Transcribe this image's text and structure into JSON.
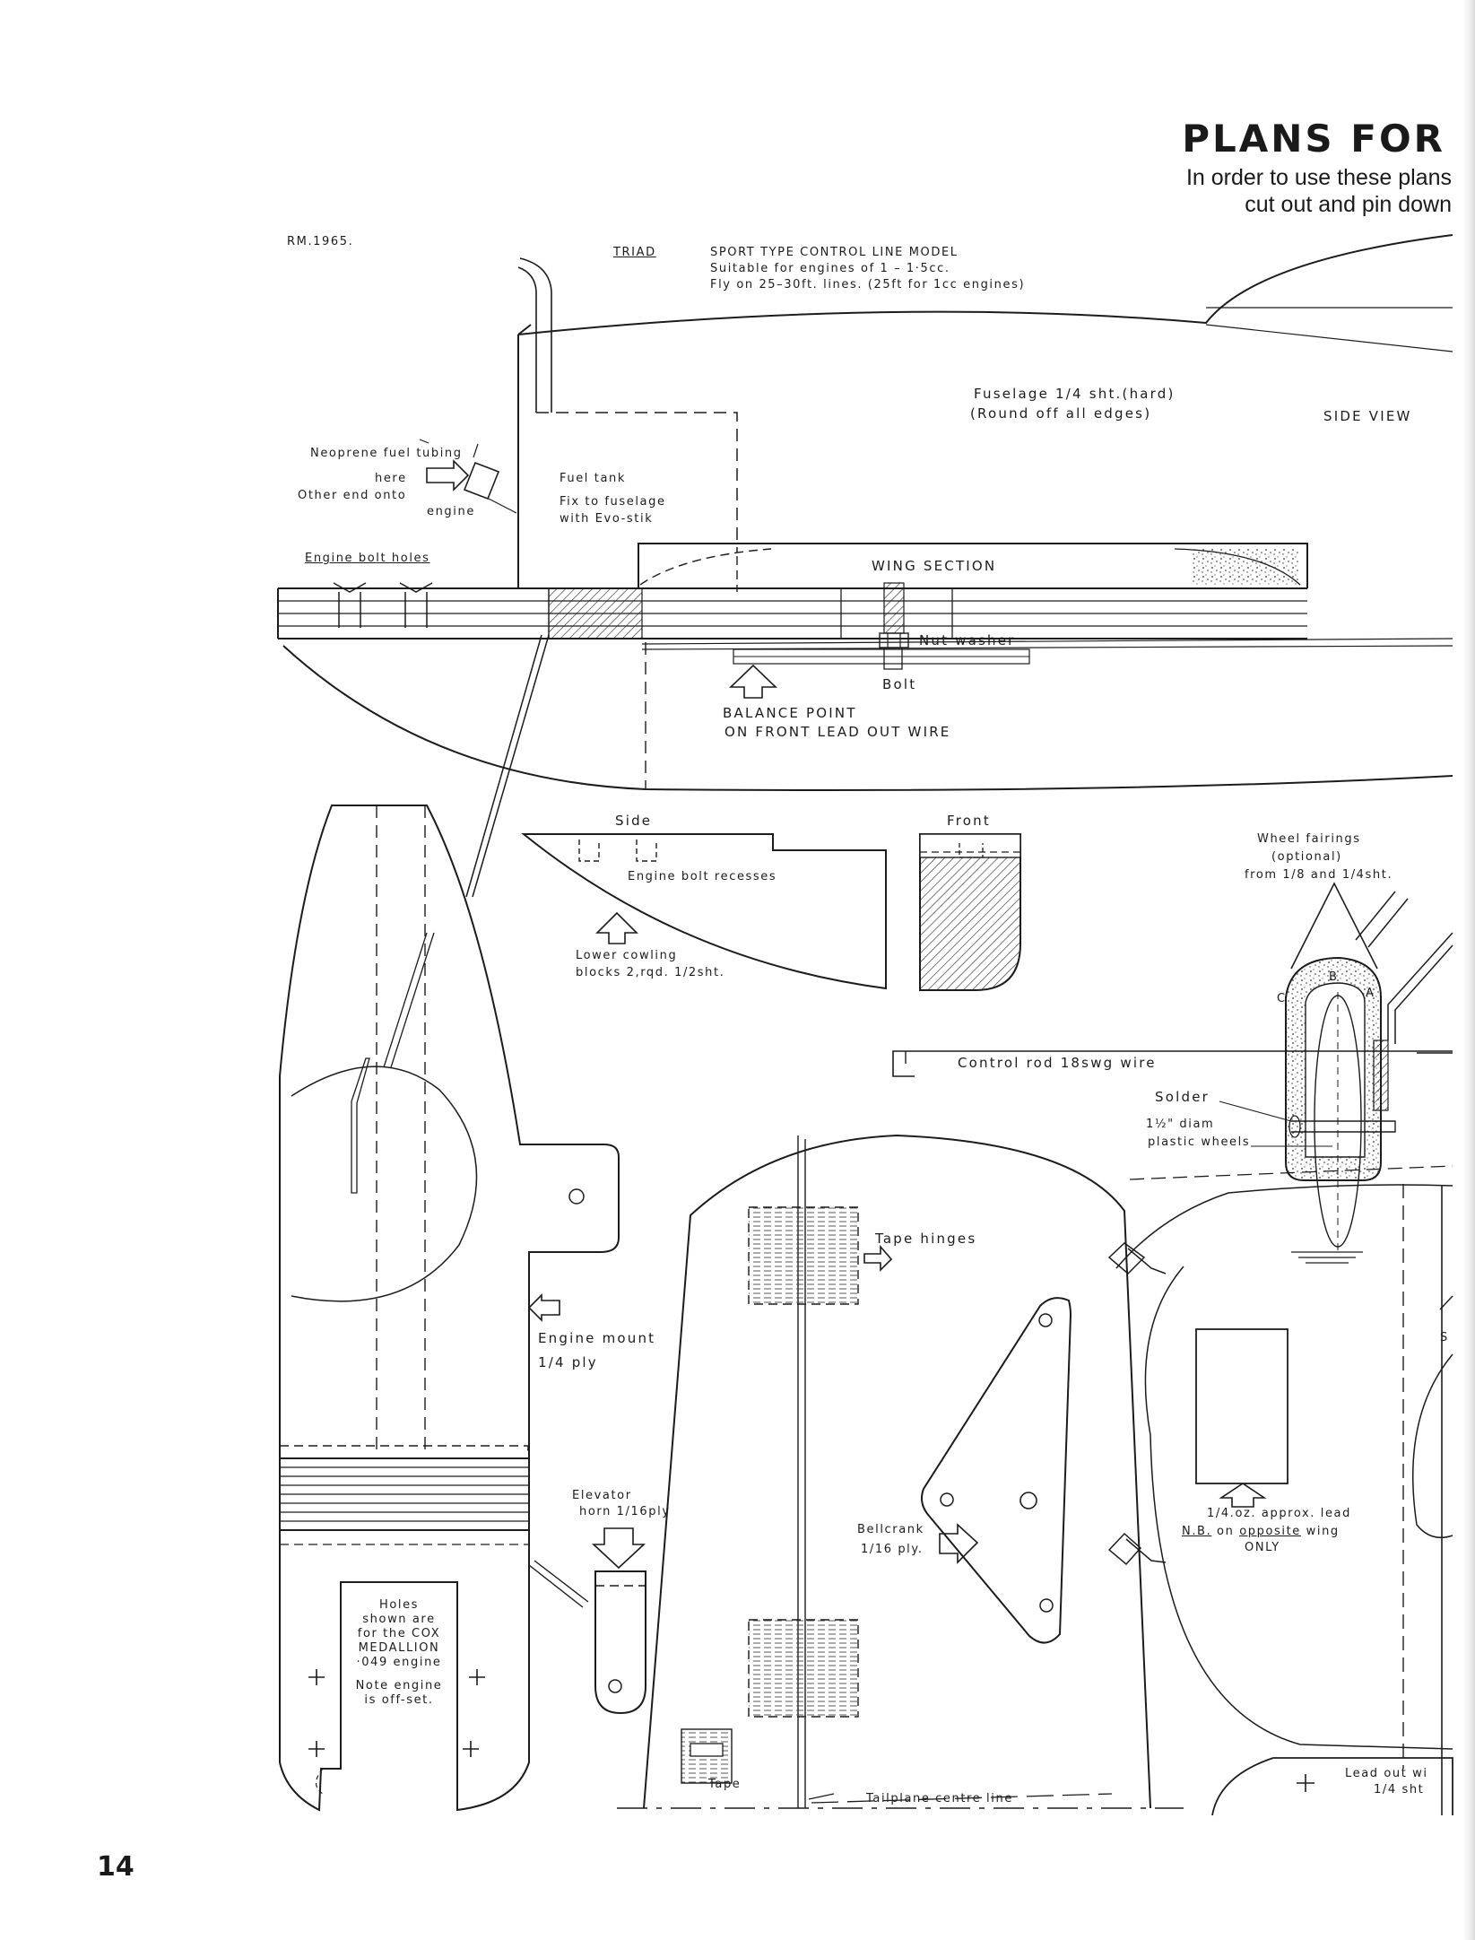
{
  "header": {
    "title": "PLANS FOR",
    "subtitle_line1": "In order to use these plans",
    "subtitle_line2": "cut out and pin down",
    "drawing_ref": "RM.1965."
  },
  "model": {
    "name": "TRIAD",
    "line1": "SPORT TYPE CONTROL LINE MODEL",
    "line2": "Suitable for engines of 1 – 1·5cc.",
    "line3": "Fly on 25–30ft. lines. (25ft for 1cc engines)"
  },
  "labels": {
    "fuselage1": "Fuselage 1/4 sht.(hard)",
    "fuselage2": "(Round off all edges)",
    "side_view": "SIDE VIEW",
    "tubing1": "Neoprene fuel tubing",
    "tubing2": "here",
    "tubing3": "Other end onto",
    "tubing4": "engine",
    "tank1": "Fuel tank",
    "tank2": "Fix to fuselage",
    "tank3": "with Evo-stik",
    "bolt_holes": "Engine bolt holes",
    "wing_section": "WING SECTION",
    "nut_washer": "Nut washer",
    "bolt": "Bolt",
    "balance1": "BALANCE POINT",
    "balance2": "ON FRONT LEAD OUT WIRE",
    "side": "Side",
    "front": "Front",
    "recesses": "Engine bolt recesses",
    "cowl1": "Lower cowling",
    "cowl2": "blocks 2,rqd. 1/2sht.",
    "fair1": "Wheel fairings",
    "fair2": "(optional)",
    "fair3": "from 1/8 and 1/4sht.",
    "control_rod": "Control rod 18swg wire",
    "solder": "Solder",
    "wheels1": "1½\" diam",
    "wheels2": "plastic wheels",
    "tape_hinges": "Tape hinges",
    "mount1": "Engine mount",
    "mount2": "1/4 ply",
    "horn1": "Elevator",
    "horn2": "horn 1/16ply",
    "bell1": "Bellcrank",
    "bell2": "1/16 ply.",
    "lead1": "1/4.oz. approx. lead",
    "lead2a": "N.B.",
    "lead2b": "on",
    "lead2c": "opposite",
    "lead2d": "wing",
    "lead3": "ONLY",
    "holes1": "Holes",
    "holes2": "shown are",
    "holes3": "for the COX",
    "holes4": "MEDALLION",
    "holes5": "·049 engine",
    "holes6": "Note engine",
    "holes7": "is off-set.",
    "tape": "Tape",
    "tail_line": "Tailplane centre line",
    "leadout1": "Lead out wi",
    "leadout2": "1/4 sht",
    "fair_a": "A",
    "fair_b": "B",
    "fair_c": "C",
    "frag": "S"
  },
  "footer": {
    "page_number": "14"
  }
}
